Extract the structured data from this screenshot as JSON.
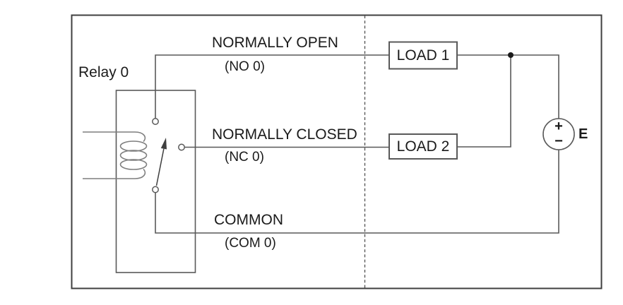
{
  "relay": {
    "label": "Relay 0"
  },
  "terminals": {
    "no": {
      "name": "NORMALLY OPEN",
      "pin": "(NO 0)"
    },
    "nc": {
      "name": "NORMALLY CLOSED",
      "pin": "(NC 0)"
    },
    "com": {
      "name": "COMMON",
      "pin": "(COM 0)"
    }
  },
  "loads": {
    "load1": {
      "label": "LOAD 1"
    },
    "load2": {
      "label": "LOAD 2"
    }
  },
  "source": {
    "label": "E",
    "plus": "+",
    "minus": "−"
  },
  "colors": {
    "border": "#3f3f3f",
    "wire": "#595959",
    "coil": "#7f7f7f",
    "text": "#1a1a1a",
    "junction": "#1a1a1a"
  }
}
